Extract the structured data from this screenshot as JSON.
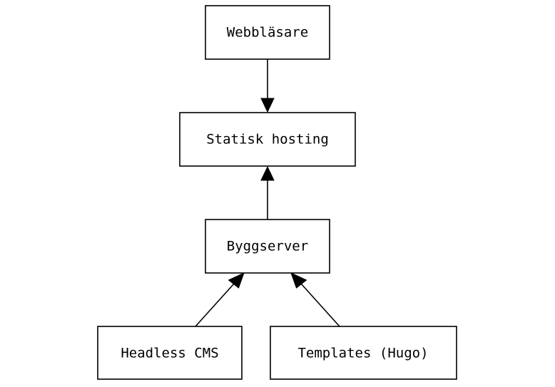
{
  "diagram": {
    "nodes": {
      "webbrowser": {
        "label": "Webbläsare"
      },
      "static_hosting": {
        "label": "Statisk hosting"
      },
      "build_server": {
        "label": "Byggserver"
      },
      "headless_cms": {
        "label": "Headless CMS"
      },
      "templates": {
        "label": "Templates (Hugo)"
      }
    },
    "edges": [
      {
        "from": "webbrowser",
        "to": "static_hosting"
      },
      {
        "from": "build_server",
        "to": "static_hosting"
      },
      {
        "from": "headless_cms",
        "to": "build_server"
      },
      {
        "from": "templates",
        "to": "build_server"
      }
    ]
  }
}
